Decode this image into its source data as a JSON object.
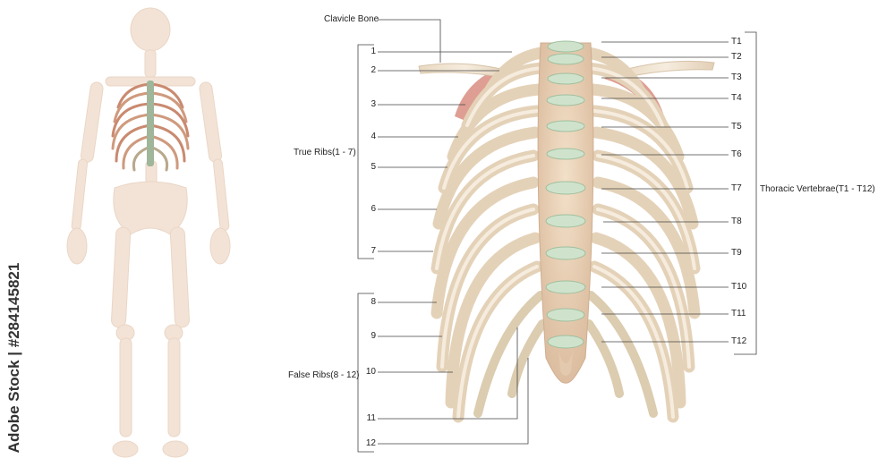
{
  "labels": {
    "clavicle": "Clavicle Bone",
    "true_ribs": "True Ribs(1 - 7)",
    "false_ribs": "False Ribs(8 - 12)",
    "thoracic": "Thoracic Vertebrae(T1 - T12)"
  },
  "rib_numbers": [
    "1",
    "2",
    "3",
    "4",
    "5",
    "6",
    "7",
    "8",
    "9",
    "10",
    "11",
    "12"
  ],
  "vertebrae": [
    "T1",
    "T2",
    "T3",
    "T4",
    "T5",
    "T6",
    "T7",
    "T8",
    "T9",
    "T10",
    "T11",
    "T12"
  ],
  "watermark": {
    "stock_id": "Adobe Stock | #284145821"
  },
  "colors": {
    "bone": "#ede0cc",
    "cartilage": "#cfe3cc",
    "muscle": "#d98d80",
    "skeleton_faded": "#f3e3d6",
    "leader": "#444444"
  }
}
